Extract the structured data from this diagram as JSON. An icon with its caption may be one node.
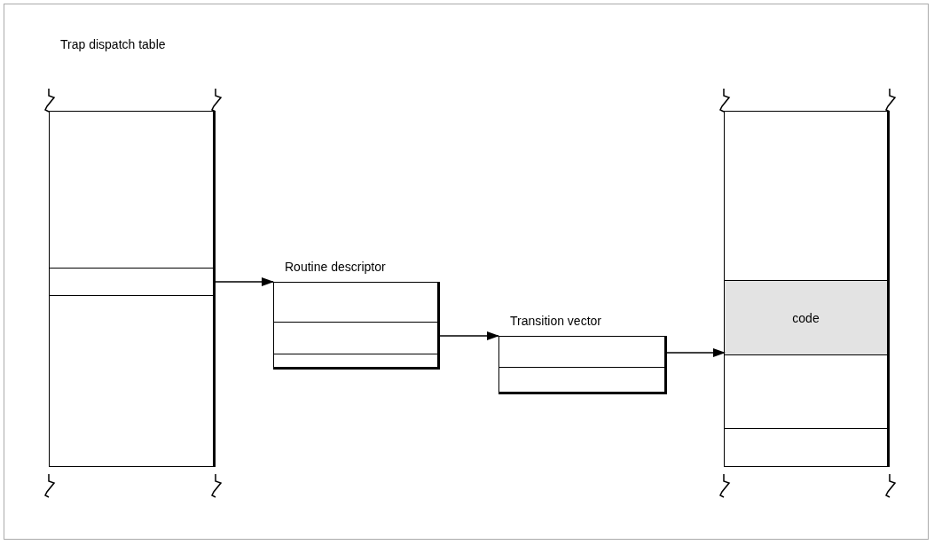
{
  "diagram": {
    "nodes": [
      {
        "text": [
          "Trap dispatch table"
        ]
      },
      {
        "text": [],
        "shape": "box",
        "in": 0
      },
      {
        "text": [
          "Routine descriptor"
        ]
      },
      {
        "text": [
          "Transition vector"
        ]
      },
      {
        "text": [],
        "shape": "box"
      },
      {
        "text": [
          "code"
        ],
        "in": 4
      }
    ],
    "edges": [
      {
        "from": 1,
        "to": 2,
        "arrow": "to"
      },
      {
        "from": 2,
        "to": 3,
        "arrow": "to"
      },
      {
        "from": 3,
        "to": 5,
        "arrow": "to"
      }
    ]
  }
}
